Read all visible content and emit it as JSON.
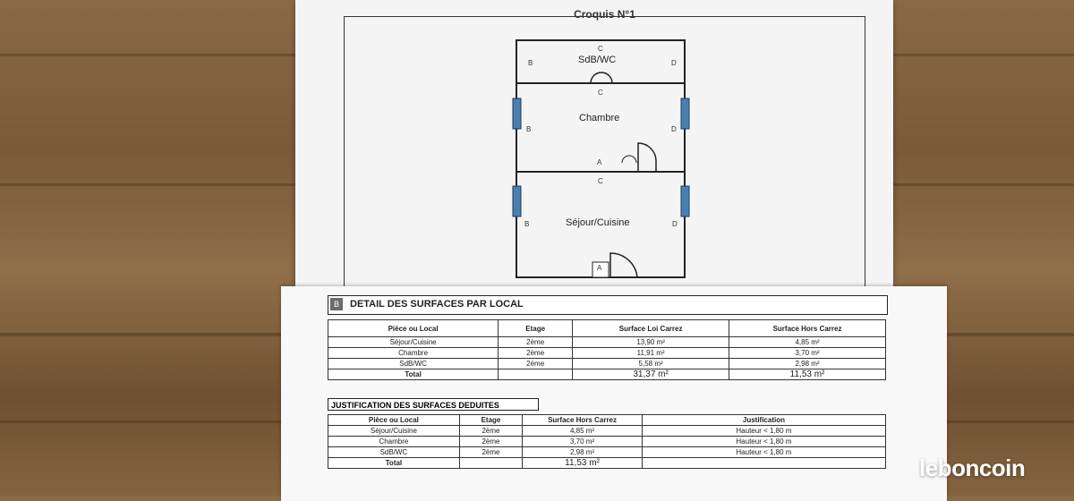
{
  "sketch": {
    "title": "Croquis N°1",
    "rooms": [
      {
        "label": "SdB/WC"
      },
      {
        "label": "Chambre"
      },
      {
        "label": "Séjour/Cuisine"
      }
    ],
    "wall_letters": {
      "a": "A",
      "b": "B",
      "c": "C",
      "d": "D"
    }
  },
  "section_b": {
    "badge": "B",
    "title": "DETAIL DES SURFACES PAR LOCAL",
    "headers": [
      "Pièce ou Local",
      "Etage",
      "Surface Loi Carrez",
      "Surface Hors Carrez"
    ],
    "rows": [
      [
        "Séjour/Cuisine",
        "2ème",
        "13,90 m²",
        "4,85 m²"
      ],
      [
        "Chambre",
        "2ème",
        "11,91 m²",
        "3,70 m²"
      ],
      [
        "SdB/WC",
        "2ème",
        "5,58 m²",
        "2,98 m²"
      ]
    ],
    "total_label": "Total",
    "total_carrez": "31,37 m²",
    "total_hors_carrez": "11,53 m²"
  },
  "justification": {
    "title": "JUSTIFICATION DES SURFACES DEDUITES",
    "headers": [
      "Pièce ou Local",
      "Etage",
      "Surface Hors Carrez",
      "Justification"
    ],
    "rows": [
      [
        "Séjour/Cuisine",
        "2ème",
        "4,85 m²",
        "Hauteur < 1,80 m"
      ],
      [
        "Chambre",
        "2ème",
        "3,70 m²",
        "Hauteur < 1,80 m"
      ],
      [
        "SdB/WC",
        "2ème",
        "2,98 m²",
        "Hauteur < 1,80 m"
      ]
    ],
    "total_label": "Total",
    "total": "11,53 m²"
  },
  "watermark": "leboncoin"
}
